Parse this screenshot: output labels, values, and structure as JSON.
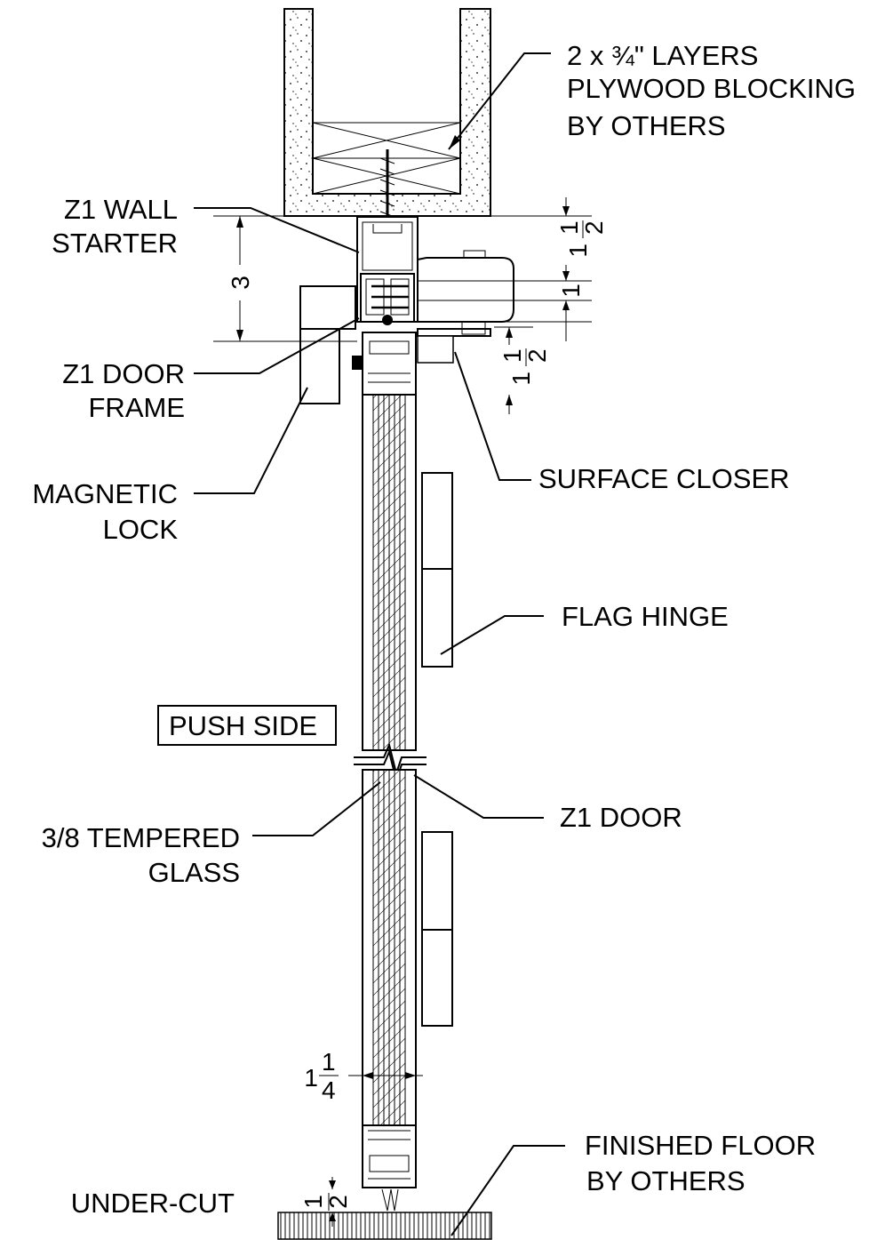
{
  "labels": {
    "plywood_line1": "2 x ¾\" LAYERS",
    "plywood_line2": "PLYWOOD BLOCKING",
    "plywood_line3": "BY OTHERS",
    "wall_starter_line1": "Z1 WALL",
    "wall_starter_line2": "STARTER",
    "door_frame_line1": "Z1 DOOR",
    "door_frame_line2": "FRAME",
    "magnetic_lock_line1": "MAGNETIC",
    "magnetic_lock_line2": "LOCK",
    "surface_closer": "SURFACE CLOSER",
    "flag_hinge": "FLAG  HINGE",
    "push_side": "PUSH SIDE",
    "z1_door": "Z1 DOOR",
    "glass_line1": "3/8  TEMPERED",
    "glass_line2": "GLASS",
    "floor_line1": "FINISHED FLOOR",
    "floor_line2": "BY OTHERS",
    "under_cut": "UNDER-CUT"
  },
  "dimensions": {
    "overall_height": "3",
    "top_half_whole": "1",
    "top_half_num": "1",
    "top_half_den": "2",
    "one_inch": "1",
    "closer_whole": "1",
    "closer_num": "1",
    "closer_den": "2",
    "door_width_whole": "1",
    "door_width_num": "1",
    "door_width_den": "4",
    "undercut_num": "1",
    "undercut_den": "2"
  }
}
